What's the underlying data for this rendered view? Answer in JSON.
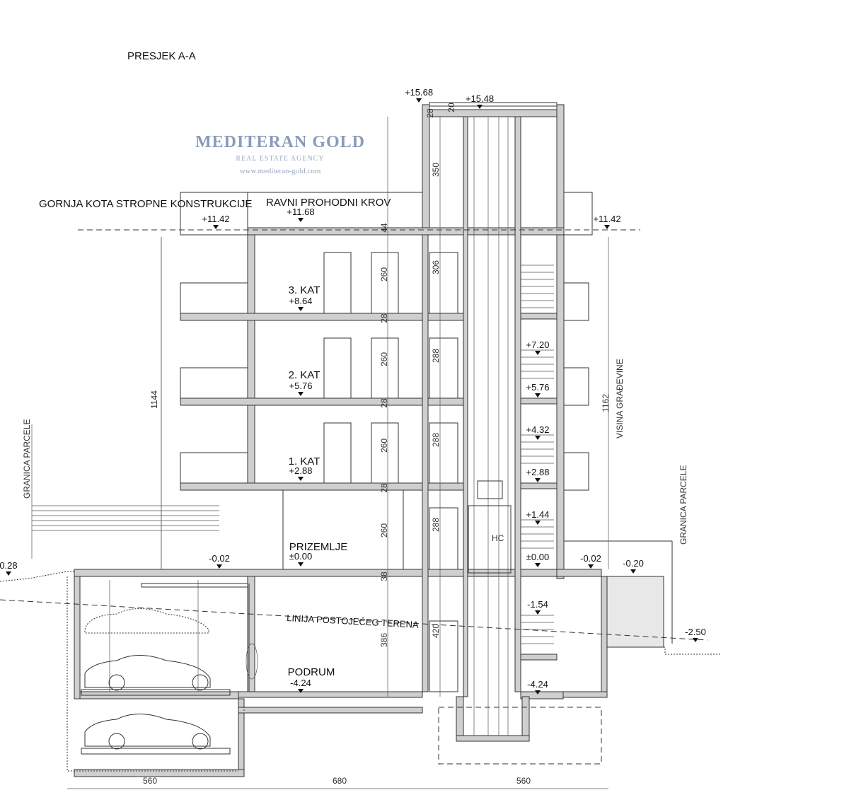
{
  "title": "PRESJEK A-A",
  "watermark": {
    "brand": "MEDITERAN GOLD",
    "tagline": "REAL ESTATE AGENCY",
    "url": "www.mediteran-gold.com"
  },
  "notes": {
    "top_slab": "GORNJA KOTA STROPNE KONSTRUKCIJE",
    "roof": "RAVNI PROHODNI KROV",
    "terrain": "LINIJA POSTOJEĆEG TERENA",
    "building_height": "VISINA GRAĐEVINE",
    "plot_boundary_left": "GRANICA PARCELE",
    "plot_boundary_right": "GRANICA PARCELE",
    "lift": "HC"
  },
  "floors": [
    {
      "name": "3. KAT",
      "level": "+8.64"
    },
    {
      "name": "2. KAT",
      "level": "+5.76"
    },
    {
      "name": "1. KAT",
      "level": "+2.88"
    },
    {
      "name": "PRIZEMLJE",
      "level": "±0.00"
    },
    {
      "name": "PODRUM",
      "level": "-4.24"
    }
  ],
  "levels": {
    "top": "+15.68",
    "tower_roof": "+15.48",
    "roof": "+11.68",
    "slab_left": "+11.42",
    "slab_right": "+11.42",
    "ground_left": "-0.02",
    "ground_right": "-0.02",
    "terrain_right": "-0.20",
    "terrain_far_right": "-2.50",
    "terrain_left": "0.28"
  },
  "stair_levels": [
    "+7.20",
    "+5.76",
    "+4.32",
    "+2.88",
    "+1.44",
    "±0.00",
    "-1.54",
    "-4.24"
  ],
  "dimensions": {
    "tower": "350",
    "tower_slab": "28",
    "tower_top": "20",
    "roof_slab": "44",
    "floor_heights": [
      "260",
      "260",
      "260",
      "260"
    ],
    "slabs": [
      "28",
      "28",
      "28"
    ],
    "ground_slab": "38",
    "basement": "386",
    "stair_clear": [
      "306",
      "288",
      "288",
      "288"
    ],
    "stair_basement": "420",
    "total_left": "1144",
    "total_right": "1162",
    "bottom": [
      "560",
      "680",
      "560"
    ]
  }
}
